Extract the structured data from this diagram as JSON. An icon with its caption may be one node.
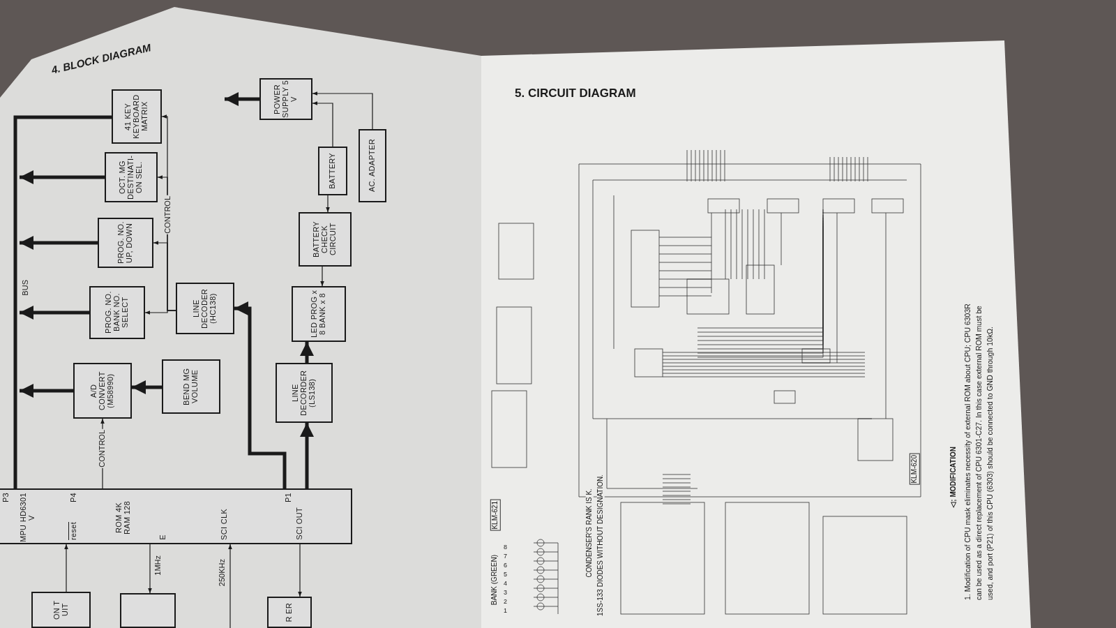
{
  "diagram": {
    "title": "4. BLOCK DIAGRAM",
    "nodes": [
      {
        "text": [
          "41 KEY KEYBOARD MATRIX"
        ]
      },
      {
        "text": [
          "OCT. MG DESTINATI- ON SEL."
        ]
      },
      {
        "text": [
          "PROG. NO. UP, DOWN"
        ]
      },
      {
        "text": [
          "PROG. NO. BANK NO. SELECT"
        ]
      },
      {
        "text": [
          "LINE DECODER (HC138)"
        ]
      },
      {
        "text": [
          "A/D CONVERT (M58990)"
        ]
      },
      {
        "text": [
          "BEND MG VOLUME"
        ]
      },
      {
        "text": [
          "POWER SUPPLY 5 V"
        ]
      },
      {
        "text": [
          "BATTERY"
        ]
      },
      {
        "text": [
          "AC. ADAPTER"
        ]
      },
      {
        "text": [
          "BATTERY CHECK CIRCUIT"
        ]
      },
      {
        "text": [
          "LED PROG x 8 BANK x 8"
        ]
      },
      {
        "text": [
          "LINE DECORDER (LS138)"
        ]
      },
      {
        "text": [
          "P3",
          "MPU HD6301 V",
          "P4",
          "reset",
          "ROM 4K RAM 128",
          "E",
          "SCI CLK",
          "P1",
          "SCI OUT"
        ]
      },
      {
        "text": [
          "ON T UIT"
        ]
      },
      {
        "text": [],
        "shape": "box"
      },
      {
        "text": [
          "R ER"
        ]
      }
    ],
    "edges": [
      {
        "from": 13,
        "to": 0,
        "arrow": "none",
        "style": "thick",
        "label": "BUS"
      },
      {
        "from": 1,
        "to": null,
        "arrow": "to",
        "style": "thick"
      },
      {
        "from": 2,
        "to": null,
        "arrow": "to",
        "style": "thick"
      },
      {
        "from": 3,
        "to": null,
        "arrow": "to",
        "style": "thick"
      },
      {
        "from": 5,
        "to": null,
        "arrow": "to",
        "style": "thick"
      },
      {
        "from": 4,
        "to": 3,
        "arrow": "to"
      },
      {
        "from": 4,
        "to": 2,
        "arrow": "to"
      },
      {
        "from": 4,
        "to": 1,
        "arrow": "to",
        "label": "CONTROL"
      },
      {
        "from": 4,
        "to": 0,
        "arrow": "to"
      },
      {
        "from": 13,
        "to": 4,
        "arrow": "to",
        "style": "thick"
      },
      {
        "from": 13,
        "to": 12,
        "arrow": "to",
        "style": "thick"
      },
      {
        "from": 12,
        "to": 11,
        "arrow": "to",
        "style": "thick"
      },
      {
        "from": 10,
        "to": 11,
        "arrow": "to"
      },
      {
        "from": 8,
        "to": 10,
        "arrow": "to"
      },
      {
        "from": 8,
        "to": 7,
        "arrow": "to"
      },
      {
        "from": 9,
        "to": 7,
        "arrow": "to"
      },
      {
        "from": 7,
        "to": null,
        "arrow": "to",
        "style": "thick"
      },
      {
        "from": 6,
        "to": 5,
        "arrow": "to",
        "style": "thick"
      },
      {
        "from": 13,
        "to": 5,
        "arrow": "to",
        "label": "CONTROL"
      },
      {
        "from": 14,
        "to": 13,
        "arrow": "to"
      },
      {
        "from": 13,
        "to": 15,
        "arrow": "to",
        "label": "1MHz"
      },
      {
        "from": null,
        "to": 13,
        "arrow": "to",
        "label": "250KHz"
      },
      {
        "from": 13,
        "to": 16,
        "arrow": "to"
      }
    ],
    "labels": [
      "5. CIRCUIT DIAGRAM",
      "KLM-620",
      "KLM-621",
      "BANK (GREEN)",
      "1",
      "2",
      "3",
      "4",
      "5",
      "6",
      "7",
      "8",
      "CONDENSER'S RANK IS K.",
      "1SS-133 DIODES WITHOUT DESIGNATION.",
      "△; MODIFICATION",
      "1. Modification of CPU mask eliminates necessity of external ROM about CPU; CPU 6303R can be used as a direct replacement of CPU 6301-C27. In this case external ROM must be used, and port (P21) of this CPU (6303) should be connected to GND through 10kΩ."
    ]
  }
}
